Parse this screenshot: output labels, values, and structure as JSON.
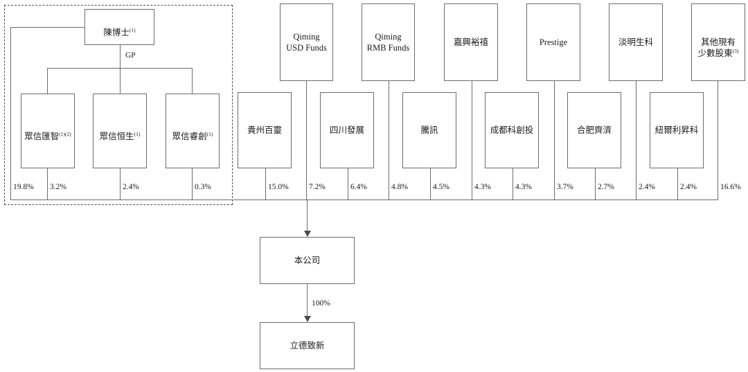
{
  "diagram": {
    "title": "Shareholding structure chart",
    "controlling_group": {
      "name": "controlling-shareholder-group",
      "dashed_border": true
    },
    "top_person": {
      "label": "陳博士",
      "sup": "(1)",
      "gp_label": "GP"
    },
    "gp_entities": [
      {
        "label": "眾信匯智",
        "sup": "(1)(2)"
      },
      {
        "label": "眾信恒生",
        "sup": "(1)"
      },
      {
        "label": "眾信睿創",
        "sup": "(1)"
      }
    ],
    "upper_investors": [
      {
        "label": "Qiming\nUSD Funds",
        "latin": true
      },
      {
        "label": "Qiming\nRMB Funds",
        "latin": true
      },
      {
        "label": "嘉興裕禧",
        "latin": false
      },
      {
        "label": "Prestige",
        "latin": true
      },
      {
        "label": "淡明生科",
        "latin": false
      },
      {
        "label": "其他現有\n少數股東",
        "sup": "(3)",
        "latin": false
      }
    ],
    "lower_investors": [
      {
        "label": "貴州百靈"
      },
      {
        "label": "四川發展"
      },
      {
        "label": "騰訊"
      },
      {
        "label": "成都科創投"
      },
      {
        "label": "合肥齊濟"
      },
      {
        "label": "紐爾利昇科"
      }
    ],
    "ownership_percentages": [
      {
        "holder": "陳博士",
        "value": "19.8%"
      },
      {
        "holder": "眾信匯智",
        "value": "3.2%"
      },
      {
        "holder": "眾信恒生",
        "value": "2.4%"
      },
      {
        "holder": "眾信睿創",
        "value": "0.3%"
      },
      {
        "holder": "貴州百靈",
        "value": "15.0%"
      },
      {
        "holder": "Qiming USD Funds",
        "value": "7.2%"
      },
      {
        "holder": "四川發展",
        "value": "6.4%"
      },
      {
        "holder": "Qiming RMB Funds",
        "value": "4.8%"
      },
      {
        "holder": "騰訊",
        "value": "4.5%"
      },
      {
        "holder": "嘉興裕禧",
        "value": "4.3%"
      },
      {
        "holder": "成都科創投",
        "value": "4.3%"
      },
      {
        "holder": "Prestige",
        "value": "3.7%"
      },
      {
        "holder": "合肥齊濟",
        "value": "2.7%"
      },
      {
        "holder": "淡明生科",
        "value": "2.4%"
      },
      {
        "holder": "紐爾利昇科",
        "value": "2.4%"
      },
      {
        "holder": "其他現有少數股東",
        "value": "16.6%"
      }
    ],
    "company": {
      "label": "本公司"
    },
    "subsidiary": {
      "label": "立德致新",
      "ownership": "100%"
    },
    "colors": {
      "box_border": "#6b6b6b",
      "line": "#6b6b6b",
      "dashed_border": "#4a4a4a",
      "text": "#1a1a1a",
      "background": "#ffffff"
    }
  }
}
